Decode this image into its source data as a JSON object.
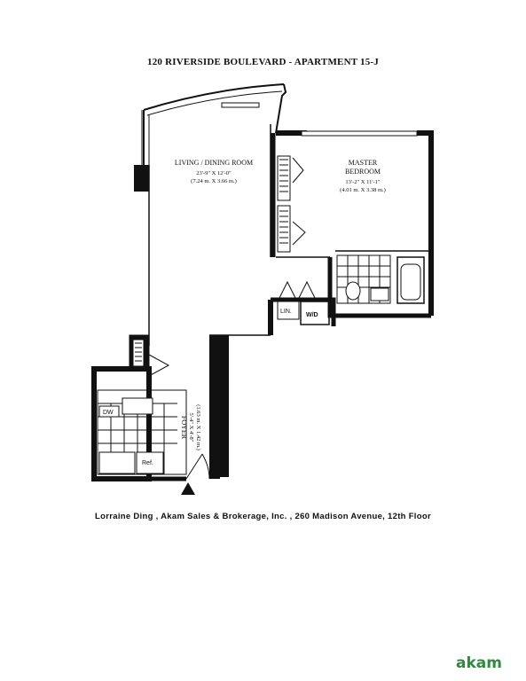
{
  "title": "120 RIVERSIDE BOULEVARD - APARTMENT 15-J",
  "rooms": {
    "living": {
      "name": "LIVING / DINING ROOM",
      "dims_ft": "23'-9\" X 12'-0\"",
      "dims_m": "(7.24 m. X 3.66 m.)"
    },
    "bedroom": {
      "name_line1": "MASTER",
      "name_line2": "BEDROOM",
      "dims_ft": "13'-2\" X 11'-1\"",
      "dims_m": "(4.01 m. X 3.38 m.)"
    },
    "foyer": {
      "name": "FOYER",
      "dims_ft": "5'-4\" X 4'-8\"",
      "dims_m": "(1.63 m. X 1.42 m.)"
    }
  },
  "fixtures": {
    "linen": "LIN.",
    "washer_dryer": "W/D",
    "dishwasher": "DW",
    "refrigerator": "Ref."
  },
  "footer": "Lorraine Ding , Akam Sales & Brokerage, Inc. , 260 Madison Avenue, 12th Floor",
  "brand": "akam",
  "colors": {
    "brand": "#2e8a3c",
    "wall": "#111111"
  }
}
